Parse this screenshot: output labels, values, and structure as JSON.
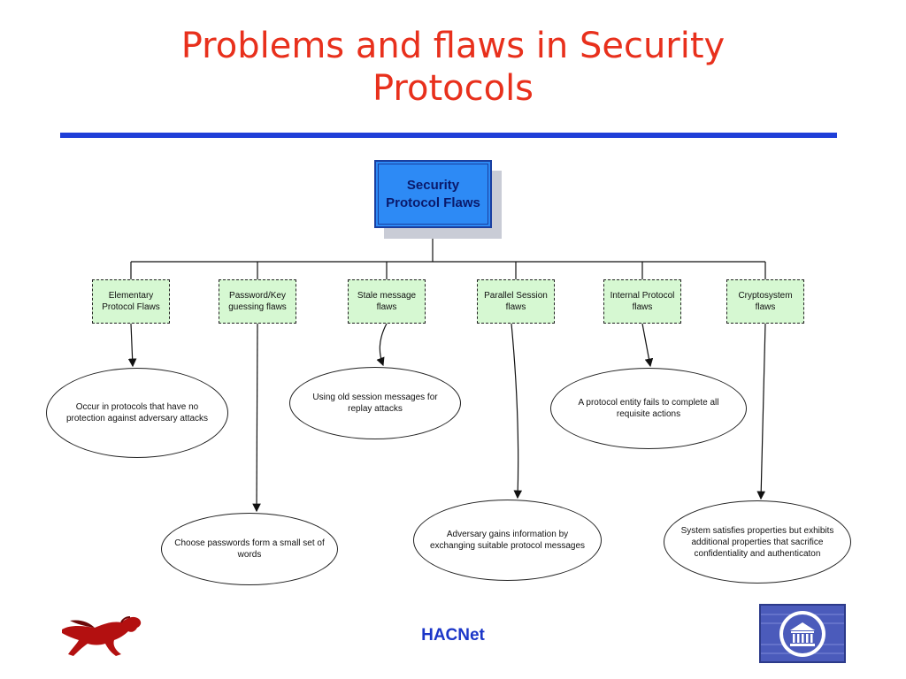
{
  "slide": {
    "title_line1": "Problems and flaws in Security",
    "title_line2": "Protocols",
    "footer": "HACNet"
  },
  "diagram": {
    "root": {
      "line1": "Security",
      "line2": "Protocol Flaws"
    },
    "categories": [
      {
        "line1": "Elementary",
        "line2": "Protocol Flaws"
      },
      {
        "line1": "Password/Key",
        "line2": "guessing flaws"
      },
      {
        "line1": "Stale message",
        "line2": "flaws"
      },
      {
        "line1": "Parallel Session",
        "line2": "flaws"
      },
      {
        "line1": "Internal Protocol",
        "line2": "flaws"
      },
      {
        "line1": "Cryptosystem",
        "line2": "flaws"
      }
    ],
    "descriptions": [
      "Occur in protocols that have no protection against adversary attacks",
      "Choose passwords form a small set of words",
      "Using old session messages for replay attacks",
      "Adversary gains information by exchanging suitable protocol messages",
      "A protocol entity fails to complete all requisite actions",
      "System satisfies properties but exhibits additional properties that sacrifice confidentiality and authenticaton"
    ]
  },
  "colors": {
    "title": "#e8301c",
    "rule": "#1f3fd8",
    "root_fill": "#2d8af5",
    "category_fill": "#d6f8d2",
    "footer": "#1b36c8"
  },
  "icons": {
    "left_logo": "mustang-logo-icon",
    "right_logo": "university-seal-icon"
  }
}
